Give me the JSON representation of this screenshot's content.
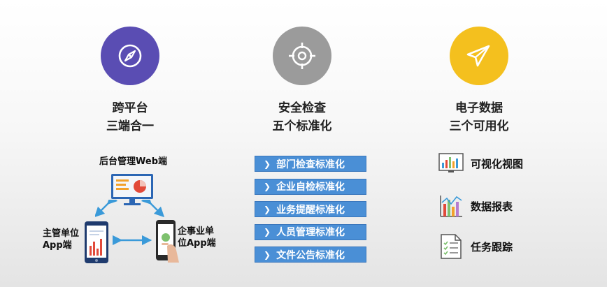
{
  "columns": [
    {
      "icon": "compass-icon",
      "color": "#5a4db3",
      "title_line1": "跨平台",
      "title_line2": "三端合一",
      "diagram": {
        "web_label": "后台管理Web端",
        "left_label_line1": "主管单位",
        "left_label_line2": "App端",
        "right_label_line1": "企事业单",
        "right_label_line2": "位App端"
      }
    },
    {
      "icon": "target-icon",
      "color": "#9b9b9b",
      "title_line1": "安全检查",
      "title_line2": "五个标准化",
      "items": [
        "部门检查标准化",
        "企业自检标准化",
        "业务提醒标准化",
        "人员管理标准化",
        "文件公告标准化"
      ]
    },
    {
      "icon": "paper-plane-icon",
      "color": "#f4c01e",
      "title_line1": "电子数据",
      "title_line2": "三个可用化",
      "items": [
        "可视化视图",
        "数据报表",
        "任务跟踪"
      ]
    }
  ]
}
